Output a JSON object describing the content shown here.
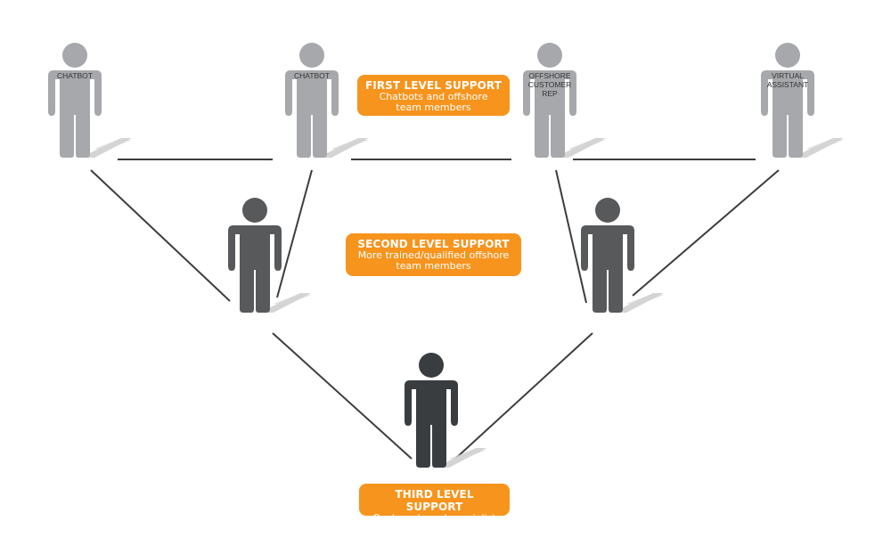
{
  "figures": {
    "top": [
      {
        "label": [
          "CHATBOT"
        ]
      },
      {
        "label": [
          "CHATBOT"
        ]
      },
      {
        "label": [
          "OFFSHORE",
          "CUSTOMER",
          "REP"
        ]
      },
      {
        "label": [
          "VIRTUAL",
          "ASSISTANT"
        ]
      }
    ]
  },
  "levels": {
    "first": {
      "title": "FIRST LEVEL SUPPORT",
      "description": "Chatbots and offshore\nteam members"
    },
    "second": {
      "title": "SECOND LEVEL SUPPORT",
      "description": "More trained/qualified offshore\nteam members"
    },
    "third": {
      "title": "THIRD LEVEL SUPPORT",
      "description": "Onshore-based specialist"
    }
  },
  "colors": {
    "accent": "#f7941d",
    "tier1_figure": "#a6a8ab",
    "tier2_figure": "#58595b",
    "tier3_figure": "#3a3d40",
    "connector": "#3d3d3d",
    "shadow": "#d4d4d4"
  }
}
